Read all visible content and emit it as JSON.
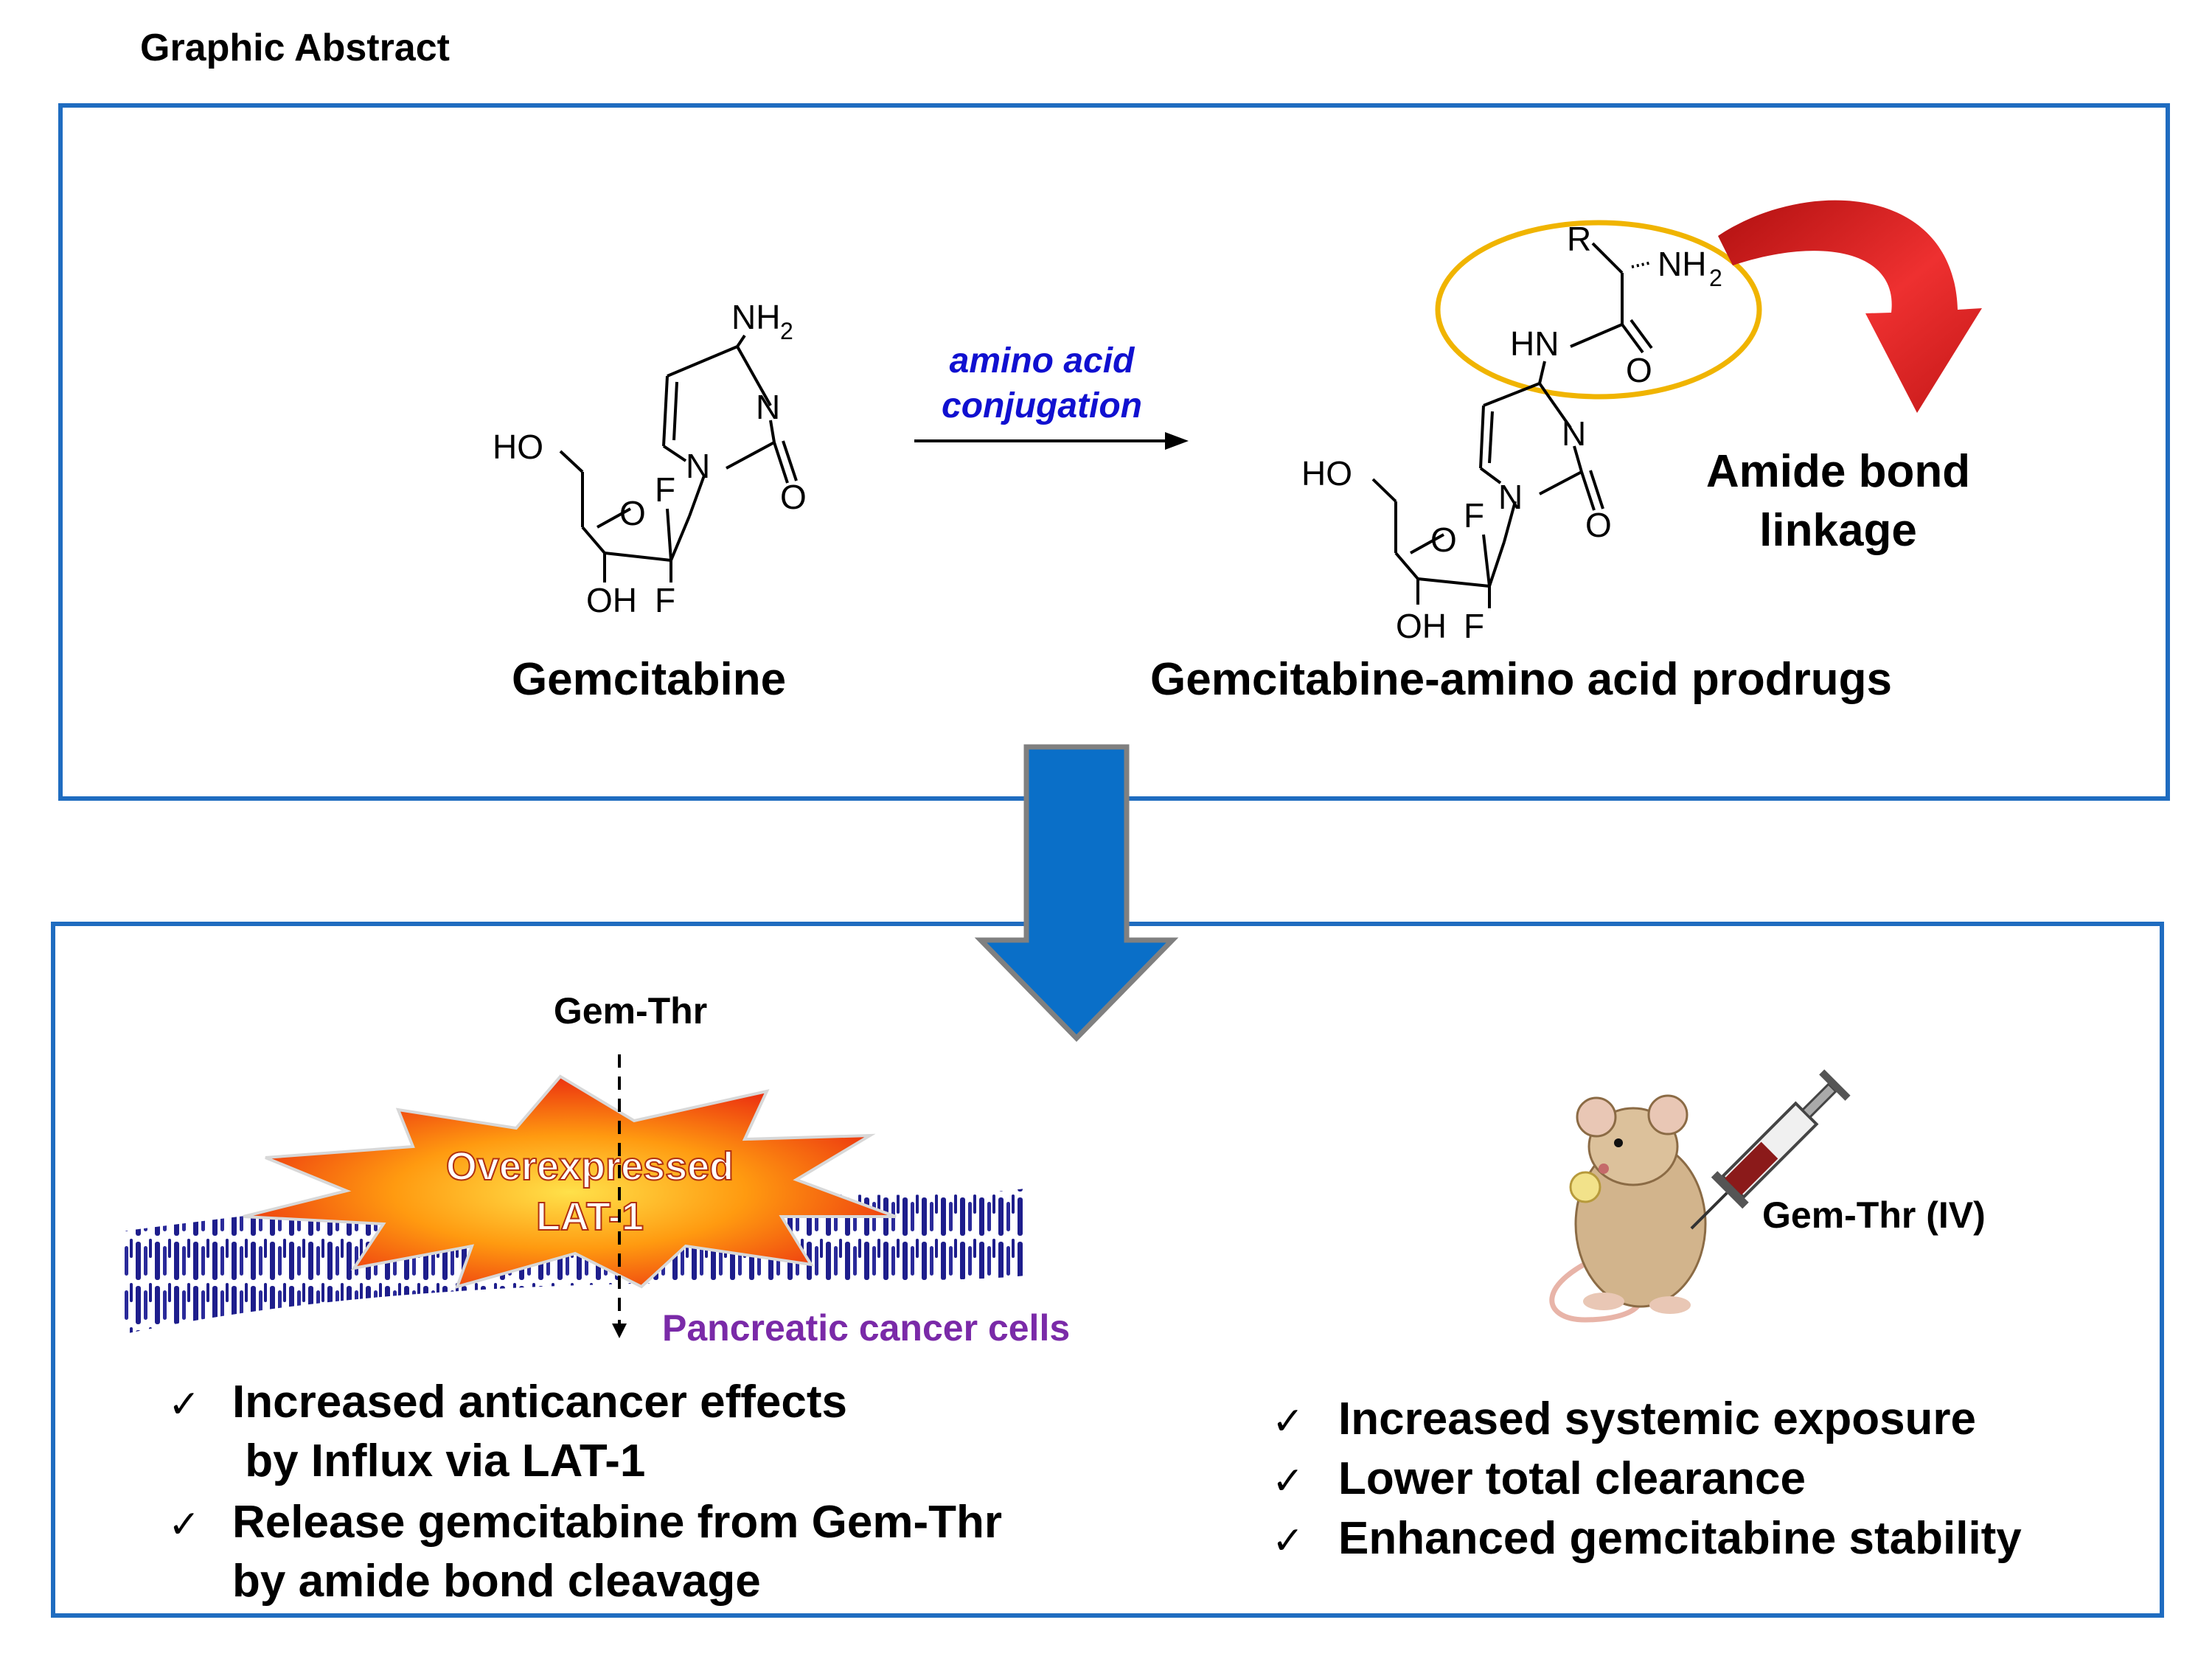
{
  "header": {
    "title": "Graphic Abstract"
  },
  "top_panel": {
    "left_molecule": {
      "name": "Gemcitabine",
      "labels": {
        "nh2_n": "NH",
        "nh2_sub": "2",
        "ring_n": "N",
        "ring_n1": "N",
        "carbonyl_o": "O",
        "ho": "HO",
        "ring_o": "O",
        "f_up": "F",
        "oh": "OH",
        "f_down": "F"
      }
    },
    "reaction": {
      "line1": "amino acid",
      "line2": "conjugation",
      "color": "#1010d0"
    },
    "right_molecule": {
      "name": "Gemcitabine-amino acid prodrugs",
      "labels": {
        "r": "R",
        "nh2_n": "NH",
        "nh2_sub": "2",
        "hn": "HN",
        "amide_o": "O",
        "ring_n": "N",
        "ring_n1": "N",
        "carbonyl_o": "O",
        "ho": "HO",
        "ring_o": "O",
        "f_up": "F",
        "oh": "OH",
        "f_down": "F"
      },
      "highlight_color": "#f0b400"
    },
    "annotation": {
      "line1": "Amide bond",
      "line2": "linkage",
      "arrow_color": "#d42020"
    }
  },
  "flow_arrow": {
    "color": "#0a6fc8"
  },
  "bottom_panel": {
    "cell_diagram": {
      "compound": "Gem-Thr",
      "burst_line1": "Overexpressed",
      "burst_line2": "LAT-1",
      "cell_label": "Pancreatic cancer cells",
      "cell_label_color": "#7a2aa8",
      "membrane_color": "#1e1e8c"
    },
    "left_points": [
      {
        "line1": "Increased anticancer effects",
        "line2": " by Influx via LAT-1"
      },
      {
        "line1": "Release gemcitabine from Gem-Thr",
        "line2": "by amide bond cleavage"
      }
    ],
    "animal": {
      "label": "Gem-Thr (IV)",
      "icon": "mouse-syringe-icon"
    },
    "right_points": [
      "Increased systemic exposure",
      "Lower total clearance",
      "Enhanced gemcitabine stability"
    ],
    "check_glyph": "✓"
  }
}
